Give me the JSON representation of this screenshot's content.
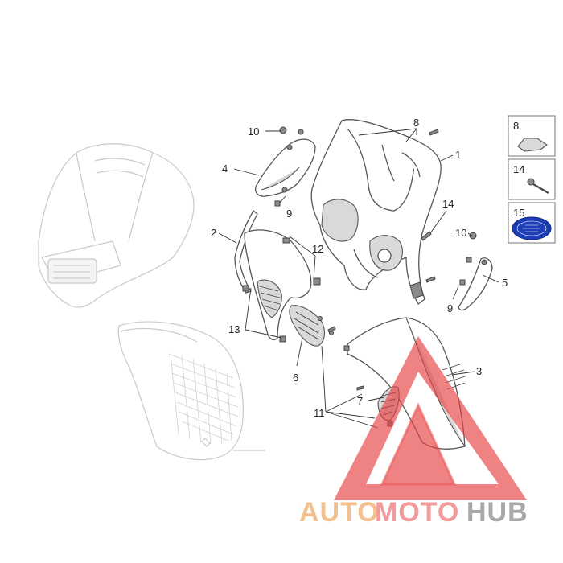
{
  "callouts": {
    "c1": "1",
    "c2": "2",
    "c3": "3",
    "c4": "4",
    "c5": "5",
    "c6": "6",
    "c7": "7",
    "c8": "8",
    "c9a": "9",
    "c9b": "9",
    "c10a": "10",
    "c10b": "10",
    "c11": "11",
    "c12": "12",
    "c13": "13",
    "c14": "14"
  },
  "legend": {
    "box8": "8",
    "box14": "14",
    "box15": "15"
  },
  "watermark": {
    "part1": "AUTO",
    "part2": "MOTO",
    "part3": "HUB",
    "color_auto": "#f2b77a",
    "color_moto": "#f08a8a",
    "color_hub": "#9a9a9a",
    "triangle_color": "#e63b3b"
  },
  "colors": {
    "line": "#555555",
    "seal_blue": "#1d3fb5"
  }
}
